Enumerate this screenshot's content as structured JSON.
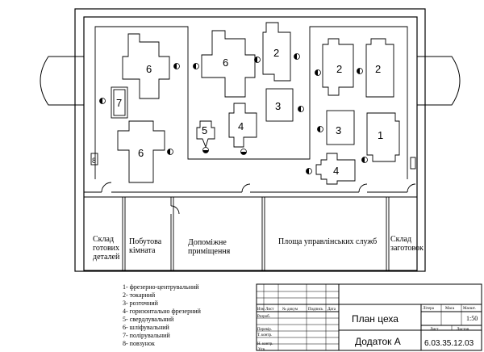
{
  "rooms": {
    "finished_parts_line1": "Склад",
    "finished_parts_line2": "готових",
    "finished_parts_line3": "деталей",
    "household_line1": "Побутова",
    "household_line2": "кімната",
    "auxiliary_line1": "Допоміжне",
    "auxiliary_line2": "приміщення",
    "services_area": "Площа управлінських служб",
    "blanks_store_line1": "Склад",
    "blanks_store_line2": "заготовок"
  },
  "machines": {
    "m6a": "6",
    "m6b": "6",
    "m6c": "6",
    "m7": "7",
    "m8": "8",
    "m5": "5",
    "m4a": "4",
    "m4b": "4",
    "m2a": "2",
    "m2b": "2",
    "m2c": "2",
    "m3a": "3",
    "m3b": "3",
    "m1": "1"
  },
  "legend": [
    "1- фрезерно-центрувальний",
    "2- токарний",
    "3- розточний",
    "4- горизонтально фрезерний",
    "5- свердлувальний",
    "6- шліфувальний",
    "7- полірувальний",
    "8- повзунок"
  ],
  "title_block": {
    "title": "План цеха",
    "sheet": "Додаток А",
    "doc_code": "6.03.35.12.03",
    "scale": "1:50",
    "col_litera": "Літера",
    "col_mass": "Маса",
    "col_scale": "Масшт.",
    "col_sheet": "Лист",
    "col_sheets": "Листов",
    "h_change": "Изм",
    "h_sheet": "Лист",
    "h_docnum": "№ докум",
    "h_sign": "Подпись",
    "h_date": "Дата",
    "r_dev": "Розроб.",
    "r_check": "Перевір.",
    "r_tcontrol": "Т. контр.",
    "r_ncontrol": "Н. контр.",
    "r_approved": "Утв."
  }
}
